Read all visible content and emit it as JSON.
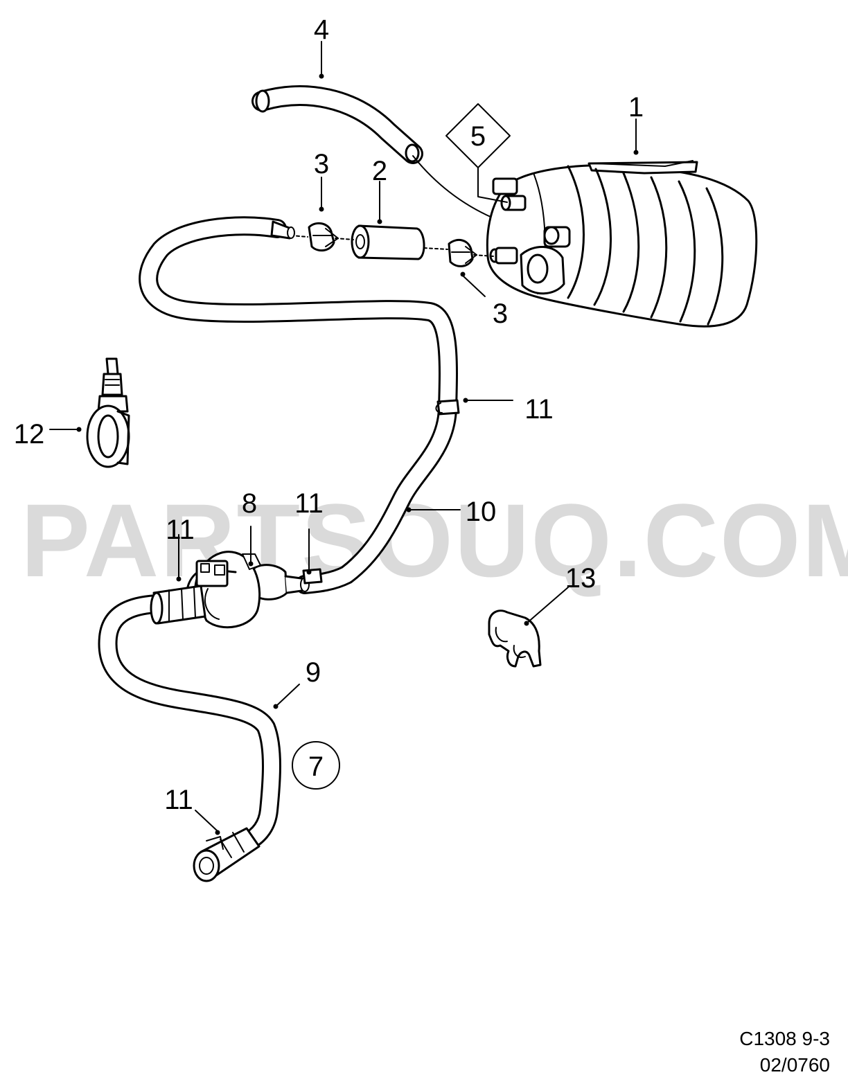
{
  "watermark": "PARTSOUQ.COM",
  "footer": {
    "code": "C1308 9-3",
    "number": "02/0760"
  },
  "callouts": {
    "c1": "1",
    "c2": "2",
    "c3a": "3",
    "c3b": "3",
    "c4": "4",
    "c5": "5",
    "c7": "7",
    "c8": "8",
    "c9": "9",
    "c10": "10",
    "c11a": "11",
    "c11b": "11",
    "c11c": "11",
    "c11d": "11",
    "c12": "12",
    "c13": "13"
  }
}
